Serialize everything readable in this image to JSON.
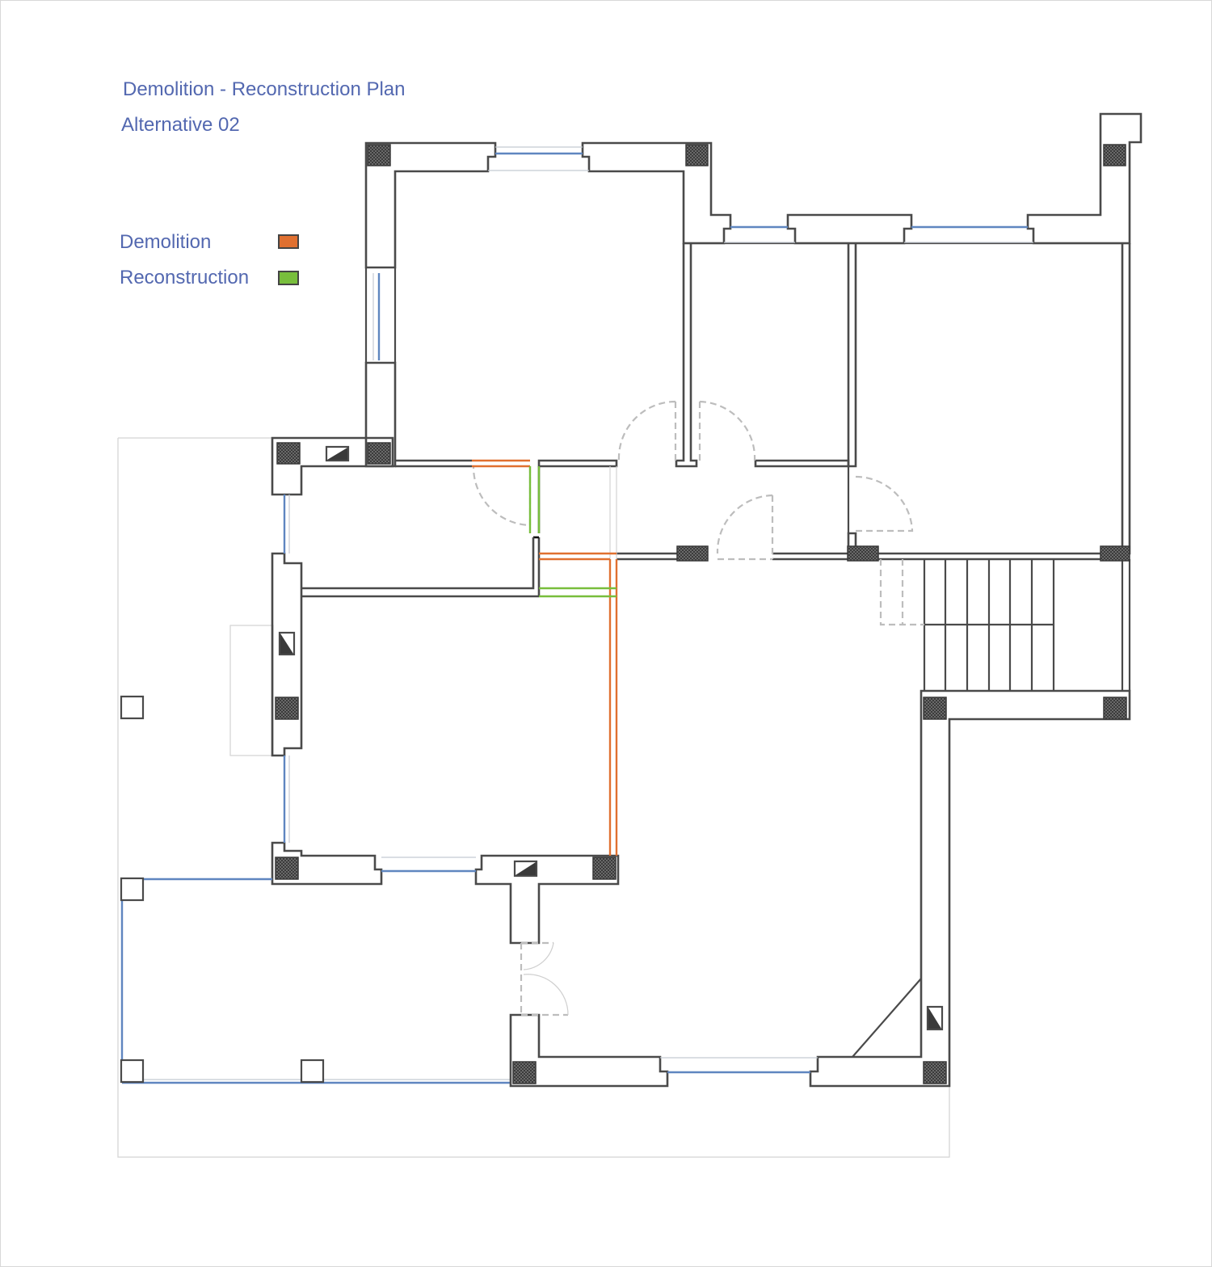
{
  "title": "Demolition - Reconstruction Plan",
  "subtitle": "Alternative 02",
  "legend": {
    "demolition_label": "Demolition",
    "reconstruction_label": "Reconstruction"
  },
  "colors": {
    "text": "#5368b0",
    "demolition": "#e07030",
    "reconstruction": "#78be3c",
    "wall": "#4a4a4a",
    "glazing": "#5f86c0"
  }
}
